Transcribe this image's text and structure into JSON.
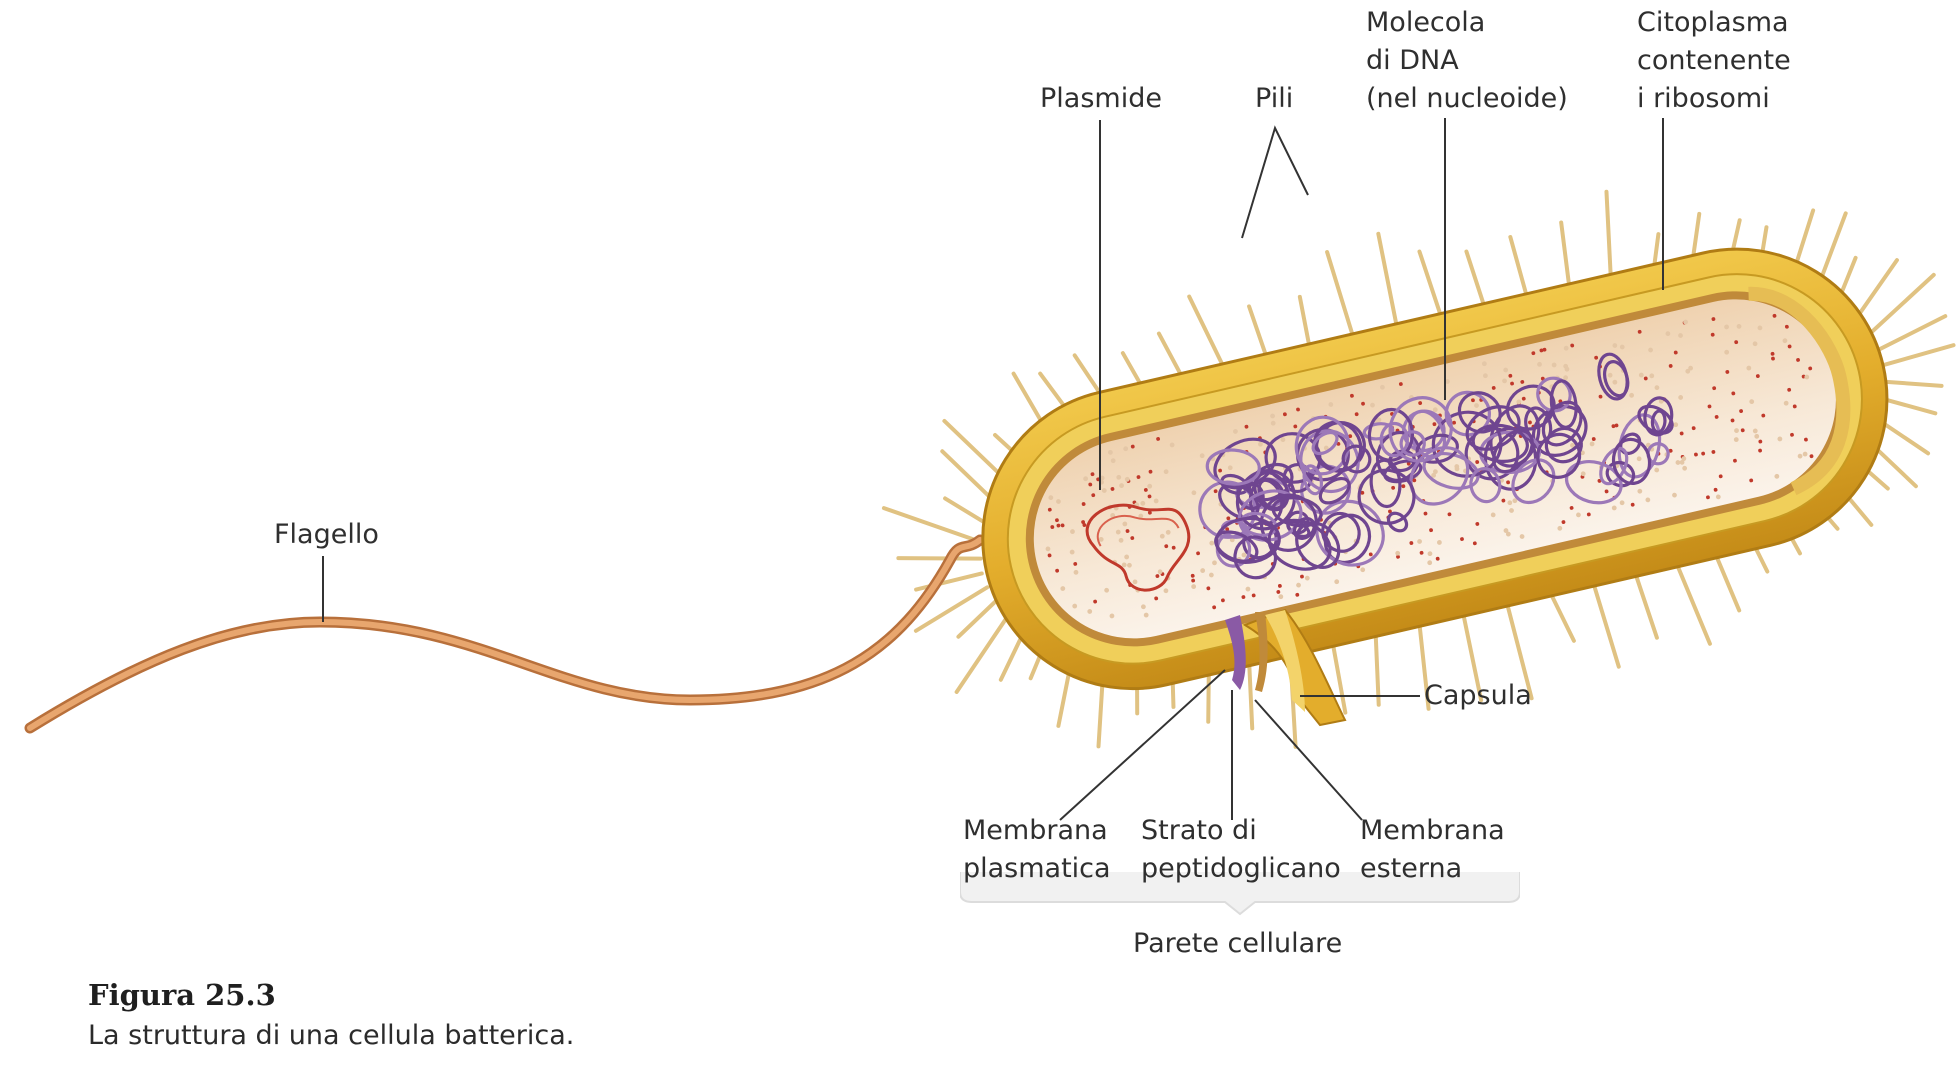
{
  "labels": {
    "plasmide": "Plasmide",
    "pili": "Pili",
    "dna": [
      "Molecola",
      "di DNA",
      "(nel nucleoide)"
    ],
    "citoplasma": [
      "Citoplasma",
      "contenente",
      "i ribosomi"
    ],
    "flagello": "Flagello",
    "capsula": "Capsula",
    "membrana_plasmatica": [
      "Membrana",
      "plasmatica"
    ],
    "peptidoglicano": [
      "Strato di",
      "peptidoglicano"
    ],
    "membrana_esterna": [
      "Membrana",
      "esterna"
    ],
    "parete": "Parete cellulare"
  },
  "caption": {
    "title": "Figura 25.3",
    "text": "La struttura di una cellula batterica."
  },
  "colors": {
    "capsule": "#e2ad2c",
    "capsule_dark": "#c58c18",
    "cytoplasm": "#f3ddc4",
    "ribosome": "#c0392b",
    "dna": "#7b4f9a",
    "plasmid": "#c0392b",
    "flagellum": "#d98a4e",
    "pili": "#e6c98e",
    "leader": "#333333"
  }
}
